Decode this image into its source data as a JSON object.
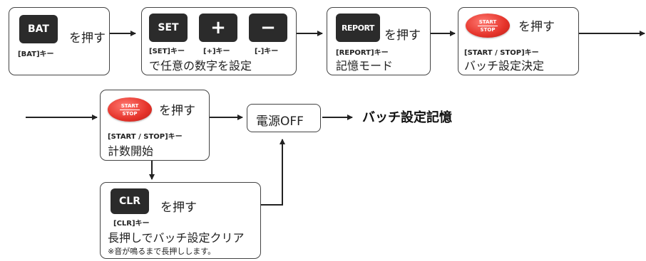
{
  "press_label": "を押す",
  "step1": {
    "key": "BAT",
    "key_label": "[BAT]キー"
  },
  "step2": {
    "keys": [
      {
        "key": "SET",
        "key_label": "[SET]キー"
      },
      {
        "key": "+",
        "key_label": "[+]キー"
      },
      {
        "key": "−",
        "key_label": "[-]キー"
      }
    ],
    "description": "で任意の数字を設定"
  },
  "step3": {
    "key": "REPORT",
    "key_label": "[REPORT]キー",
    "description": "記憶モード"
  },
  "step4": {
    "key_line1": "START",
    "key_line2": "STOP",
    "key_label": "[START / STOP]キー",
    "description": "バッチ設定決定"
  },
  "step5": {
    "key_line1": "START",
    "key_line2": "STOP",
    "key_label": "[START / STOP]キー",
    "description": "計数開始"
  },
  "step6": {
    "text": "電源OFF"
  },
  "result": {
    "text": "バッチ設定記憶"
  },
  "step7": {
    "key": "CLR",
    "key_label": "[CLR]キー",
    "description": "長押しでバッチ設定クリア",
    "note": "※音が鳴るまで長押しします。"
  }
}
